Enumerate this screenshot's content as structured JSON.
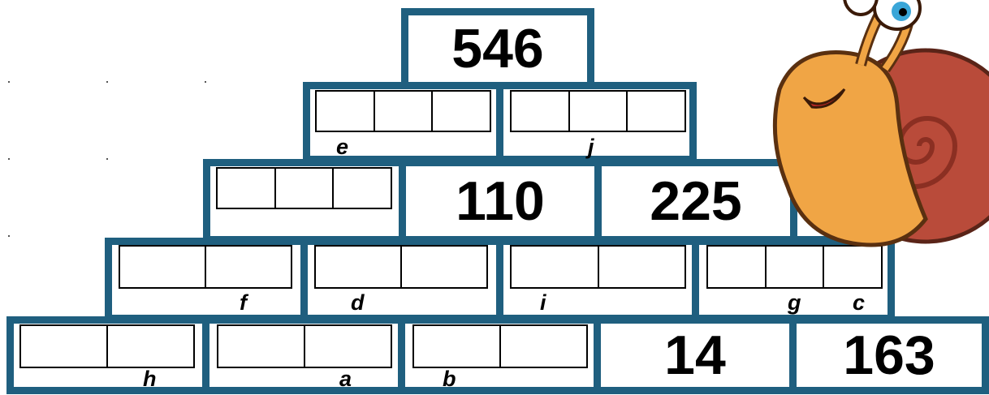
{
  "puzzle": {
    "top": "546",
    "row3": {
      "c2": "110",
      "c3": "225"
    },
    "row5": {
      "c4": "14",
      "c5": "163"
    },
    "labels": {
      "e": "e",
      "j": "j",
      "f": "f",
      "d": "d",
      "i": "i",
      "g": "g",
      "c": "c",
      "h": "h",
      "a": "a",
      "b": "b"
    }
  },
  "colors": {
    "border": "#1f5f7f",
    "digit_box": "#000000"
  },
  "mascot": "snail-cartoon"
}
